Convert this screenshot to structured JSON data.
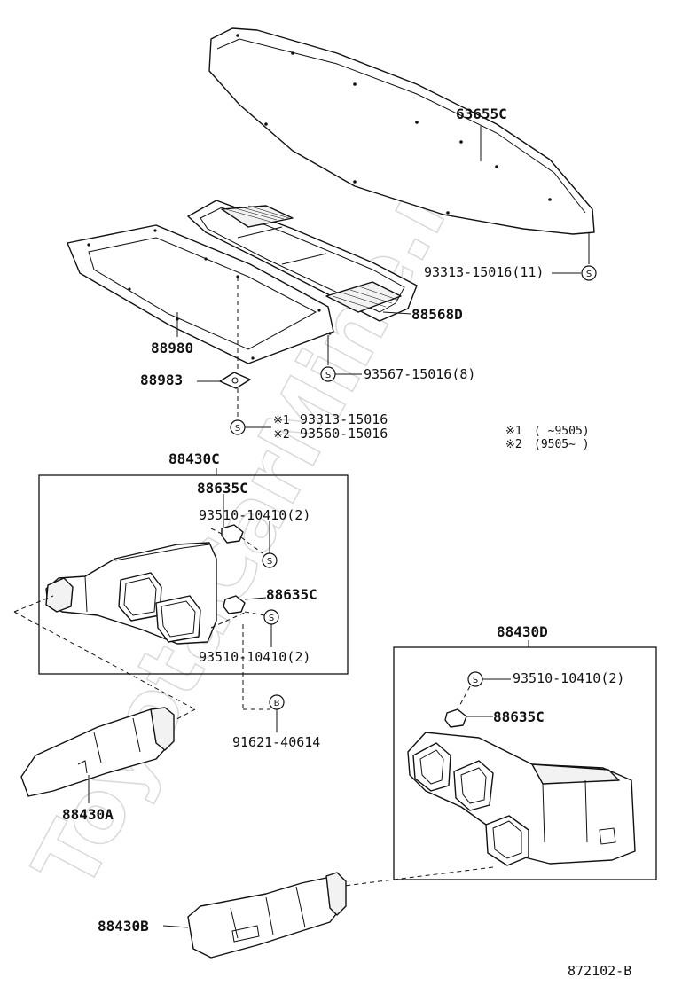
{
  "watermark": "ToyotaCarMine.ru",
  "diagram_code": "872102-B",
  "legend": {
    "note1_mark": "※1",
    "note1_text": "(      ~9505)",
    "note2_mark": "※2",
    "note2_text": "(9505~      )"
  },
  "callouts": {
    "p63655c": "63655C",
    "p93313_11": "93313-15016(11)",
    "p88568d": "88568D",
    "p88980": "88980",
    "p93567_8": "93567-15016(8)",
    "p88983": "88983",
    "p93313": "93313-15016",
    "p93560": "93560-15016",
    "p88430c": "88430C",
    "p88635c_a": "88635C",
    "p93510_a": "93510-10410(2)",
    "p88635c_b": "88635C",
    "p93510_b": "93510-10410(2)",
    "p91621": "91621-40614",
    "p88430a": "88430A",
    "p88430d": "88430D",
    "p93510_c": "93510-10410(2)",
    "p88635c_c": "88635C",
    "p88430b": "88430B"
  },
  "symbols": {
    "screw": "S",
    "bolt": "B"
  },
  "notes": {
    "n1": "※1",
    "n2": "※2"
  }
}
